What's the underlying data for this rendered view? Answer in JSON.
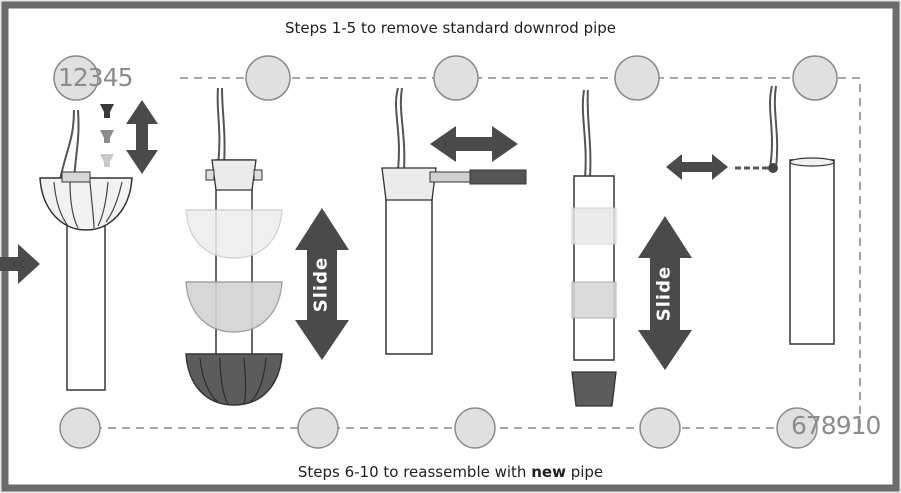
{
  "diagram": {
    "title_top": "Steps 1-5 to remove standard downrod pipe",
    "title_bottom_prefix": "Steps 6-10 to reassemble with ",
    "title_bottom_bold": "new",
    "title_bottom_suffix": " pipe",
    "step_numbers_top": "12345",
    "step_numbers_bottom": "678910",
    "slide_label_1": "Slide",
    "slide_label_2": "Slide"
  },
  "colors": {
    "frame": "#6b6b6b",
    "arrow": "#4a4a4a",
    "circle_fill": "#e0e0e0",
    "circle_stroke": "#8a8a8a",
    "dashed_line": "#8a8a8a"
  }
}
